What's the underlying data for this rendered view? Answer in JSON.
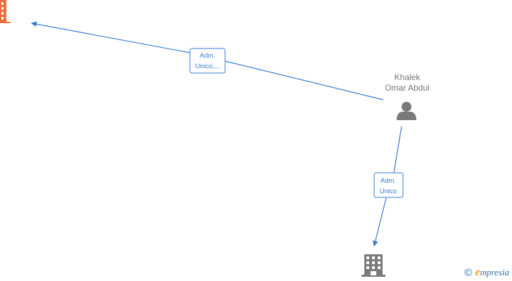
{
  "diagram": {
    "nodes": [
      {
        "id": "company-1",
        "type": "company",
        "color": "#f26b3a",
        "label": ""
      },
      {
        "id": "person-1",
        "type": "person",
        "color": "#7a7a7a",
        "label_lines": [
          "Khalek",
          "Omar Abdul"
        ]
      },
      {
        "id": "company-2",
        "type": "company",
        "color": "#7a7a7a",
        "label": ""
      }
    ],
    "edges": [
      {
        "from": "person-1",
        "to": "company-1",
        "label_lines": [
          "Adm.",
          "Unico,..."
        ]
      },
      {
        "from": "person-1",
        "to": "company-2",
        "label_lines": [
          "Adm.",
          "Unico"
        ]
      }
    ]
  },
  "colors": {
    "edge": "#3a7bd5",
    "accent": "#f0a820"
  },
  "watermark": {
    "copyright": "©",
    "brand_first": "e",
    "brand_rest": "mpresia"
  }
}
